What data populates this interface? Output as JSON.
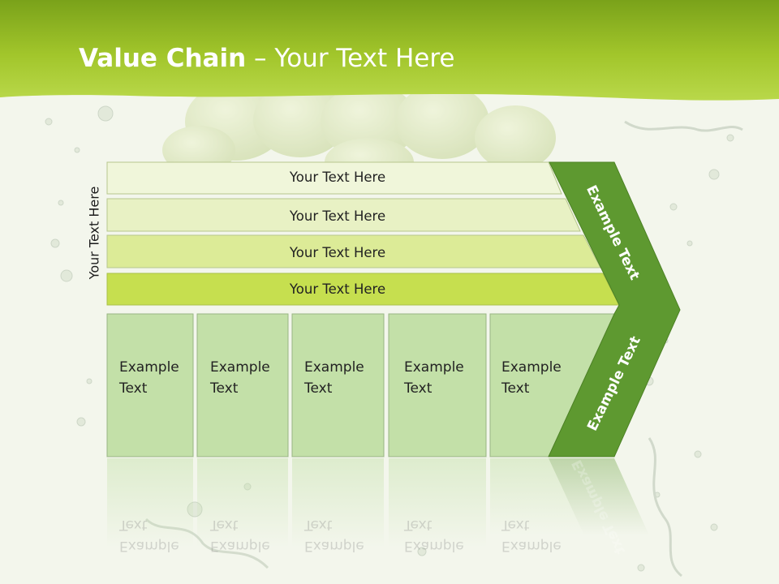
{
  "title": {
    "bold": "Value Chain",
    "rest": " – Your Text Here"
  },
  "vertical_label": "Your Text Here",
  "bars": [
    "Your Text Here",
    "Your Text Here",
    "Your Text Here",
    "Your Text Here"
  ],
  "boxes": [
    {
      "line1": "Example",
      "line2": "Text"
    },
    {
      "line1": "Example",
      "line2": "Text"
    },
    {
      "line1": "Example",
      "line2": "Text"
    },
    {
      "line1": "Example",
      "line2": "Text"
    },
    {
      "line1": "Example",
      "line2": "Text"
    }
  ],
  "chevron_upper": "Example Text",
  "chevron_lower": "Example Text",
  "colors": {
    "header_green": "#9dc21e",
    "chevron_green": "#5e9930",
    "bar_lightest": "#f0f6da",
    "bar_light": "#e6f0bd",
    "bar_mid": "#dae98d",
    "bar_strong": "#c6df4f",
    "box_green": "#c3e0a8"
  }
}
